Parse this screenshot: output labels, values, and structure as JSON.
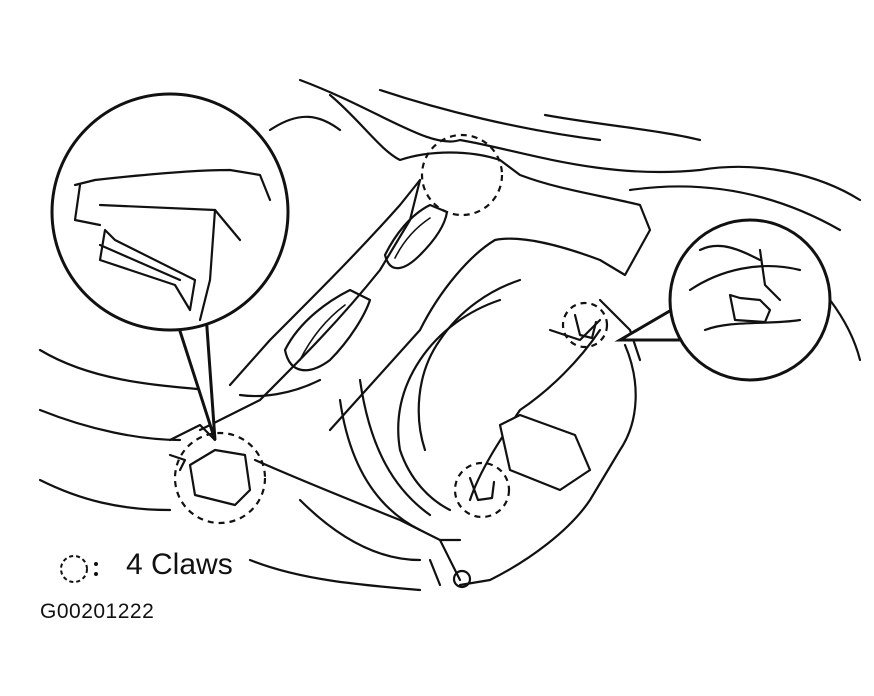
{
  "legend": {
    "symbol": "dashed-circle",
    "label": "4 Claws"
  },
  "figure_id": "G00201222"
}
